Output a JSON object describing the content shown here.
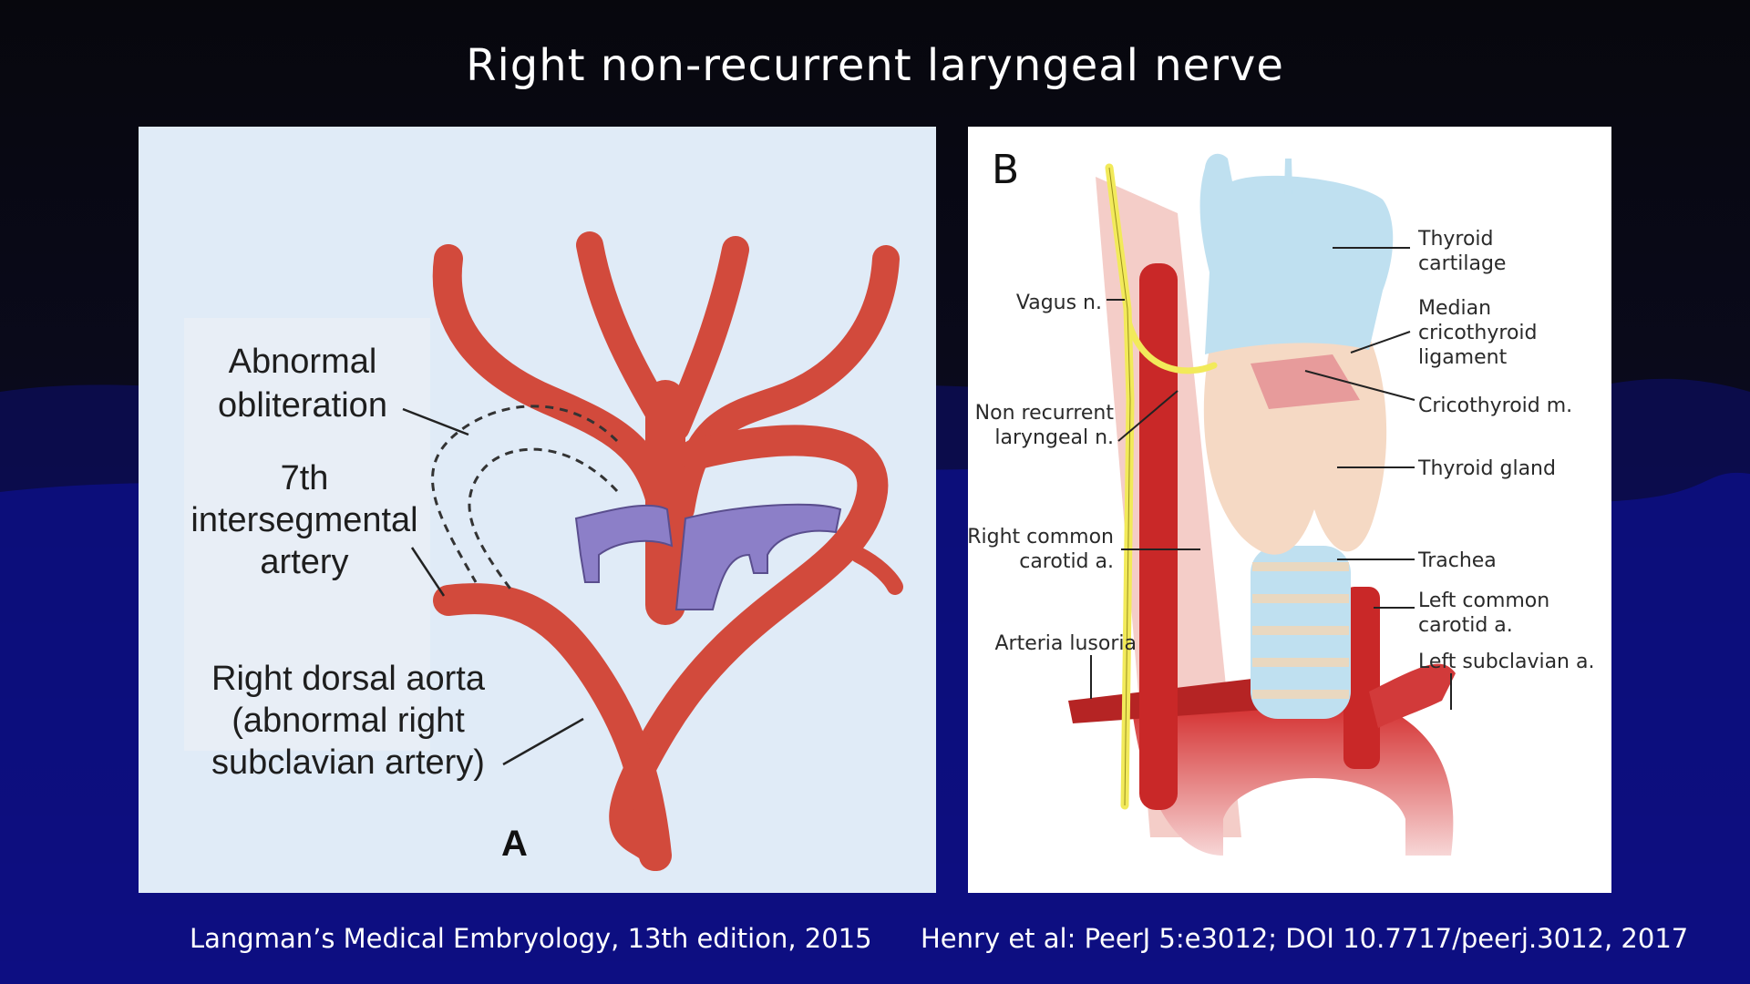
{
  "slide": {
    "title": "Right non-recurrent laryngeal nerve",
    "caption_left": "Langman’s Medical Embryology, 13th edition, 2015",
    "caption_right": "Henry et al: PeerJ 5:e3012; DOI 10.7717/peerj.3012, 2017"
  },
  "panel_a": {
    "letter": "A",
    "labels": {
      "obliteration_1": "Abnormal",
      "obliteration_2": "obliteration",
      "intersegmental_1": "7th",
      "intersegmental_2": "intersegmental",
      "intersegmental_3": "artery",
      "dorsal_1": "Right dorsal aorta",
      "dorsal_2": "(abnormal right",
      "dorsal_3": "subclavian artery)"
    }
  },
  "panel_b": {
    "letter": "B",
    "labels": {
      "thyroid_cartilage_1": "Thyroid",
      "thyroid_cartilage_2": "cartilage",
      "median_1": "Median",
      "median_2": "cricothyroid",
      "median_3": "ligament",
      "cricothyroid": "Cricothyroid m.",
      "thyroid_gland": "Thyroid gland",
      "trachea": "Trachea",
      "left_common_1": "Left common",
      "left_common_2": "carotid a.",
      "left_subclavian": "Left subclavian a.",
      "vagus": "Vagus n.",
      "nonrecurrent_1": "Non recurrent",
      "nonrecurrent_2": "laryngeal n.",
      "right_common_1": "Right common",
      "right_common_2": "carotid a.",
      "lusoria": "Arteria lusoria"
    }
  },
  "colors": {
    "artery": "#d8473a",
    "vein_purple": "#8c7fc8",
    "nerve": "#f2ea5a",
    "cartilage": "#bfe0f0",
    "gland": "#f7dcc6"
  }
}
